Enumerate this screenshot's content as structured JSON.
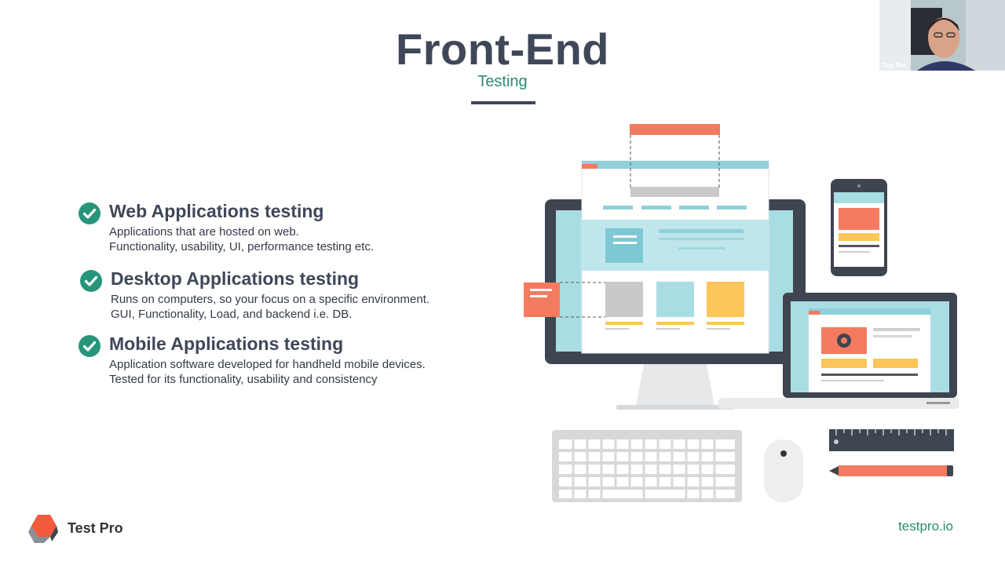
{
  "slide": {
    "title": "Front-End",
    "subtitle": "Testing"
  },
  "bullets": [
    {
      "heading": "Web Applications testing",
      "line1": "Applications that are hosted on web.",
      "line2": "Functionality, usability, UI, performance testing etc."
    },
    {
      "heading": "Desktop Applications testing",
      "line1": "Runs on computers, so your focus on a specific environment.",
      "line2": "GUI, Functionality, Load, and backend i.e. DB."
    },
    {
      "heading": "Mobile Applications testing",
      "line1": "Application software developed for handheld mobile devices.",
      "line2": "Tested for its functionality, usability and consistency"
    }
  ],
  "footer": {
    "brand": "Test Pro",
    "website": "testpro.io"
  },
  "webcam": {
    "label": "Test Pro"
  },
  "colors": {
    "accent_green": "#27957a",
    "title_dark": "#3f4758",
    "coral": "#f47b5f",
    "light_blue": "#a9dde4",
    "yellow": "#fcc65a"
  },
  "icons": [
    "check-circle-icon",
    "gear-icon",
    "test-pro-logo-icon"
  ]
}
